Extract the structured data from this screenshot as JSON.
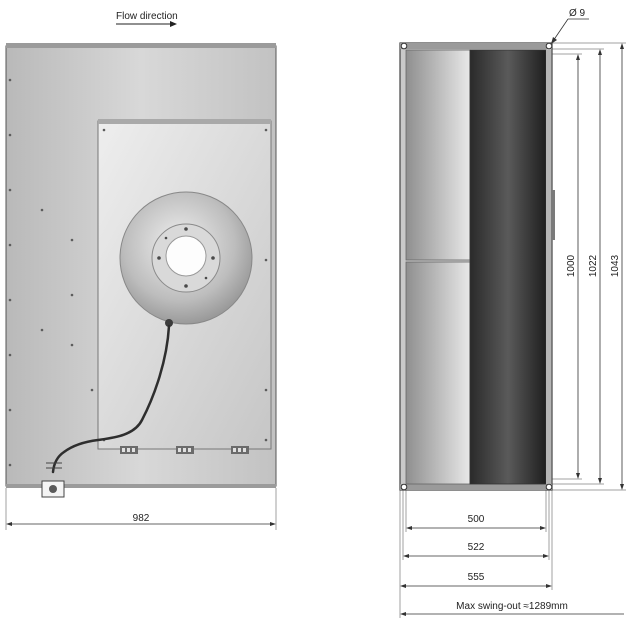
{
  "labels": {
    "flow_direction": "Flow direction",
    "hole_diameter": "Ø 9",
    "width_front": "982",
    "height_inner": "1000",
    "height_mid": "1022",
    "height_outer": "1043",
    "depth_inner": "500",
    "depth_mid": "522",
    "depth_outer": "555",
    "max_swing_out": "Max swing-out ≈1289mm"
  }
}
